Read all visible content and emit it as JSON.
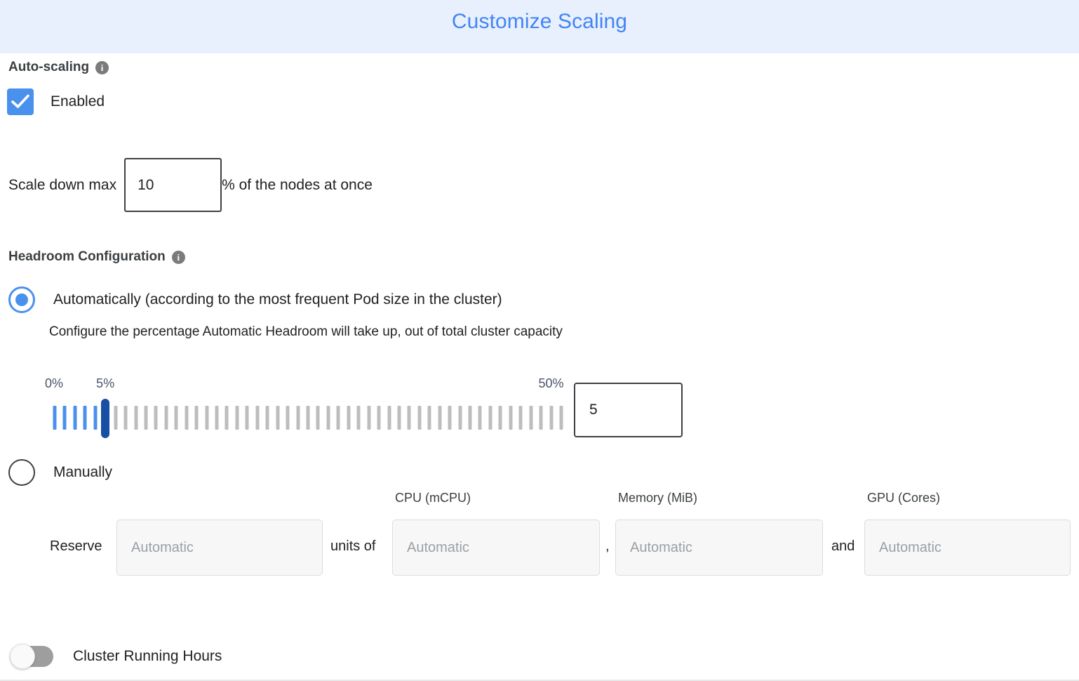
{
  "header": {
    "title": "Customize Scaling",
    "title_color": "#4285f4",
    "background_color": "#e8f0fe"
  },
  "autoscaling": {
    "section_label": "Auto-scaling",
    "info_icon": "info-icon",
    "info_glyph": "i",
    "enabled_label": "Enabled",
    "enabled_checked": true,
    "scale_down": {
      "prefix": "Scale down max",
      "value": "10",
      "suffix": "% of the nodes at once"
    }
  },
  "headroom": {
    "section_label": "Headroom Configuration",
    "info_glyph": "i",
    "automatic": {
      "label": "Automatically (according to the most frequent Pod size in the cluster)",
      "selected": true,
      "description": "Configure the percentage Automatic Headroom will take up, out of total cluster capacity"
    },
    "slider": {
      "min_label": "0%",
      "current_label": "5%",
      "max_label": "50%",
      "min": 0,
      "max": 50,
      "value": 5,
      "tick_count": 51,
      "active_color": "#4a90ed",
      "inactive_color": "#bdbdbd",
      "thumb_color": "#174ea6",
      "value_input": "5"
    },
    "manual": {
      "label": "Manually",
      "selected": false,
      "reserve_label": "Reserve",
      "separator_units": "units of",
      "separator_comma": ",",
      "separator_and": "and",
      "columns": [
        {
          "header": "",
          "placeholder": "Automatic"
        },
        {
          "header": "CPU (mCPU)",
          "placeholder": "Automatic"
        },
        {
          "header": "Memory (MiB)",
          "placeholder": "Automatic"
        },
        {
          "header": "GPU (Cores)",
          "placeholder": "Automatic"
        }
      ]
    }
  },
  "cluster_running_hours": {
    "label": "Cluster Running Hours",
    "enabled": false
  }
}
